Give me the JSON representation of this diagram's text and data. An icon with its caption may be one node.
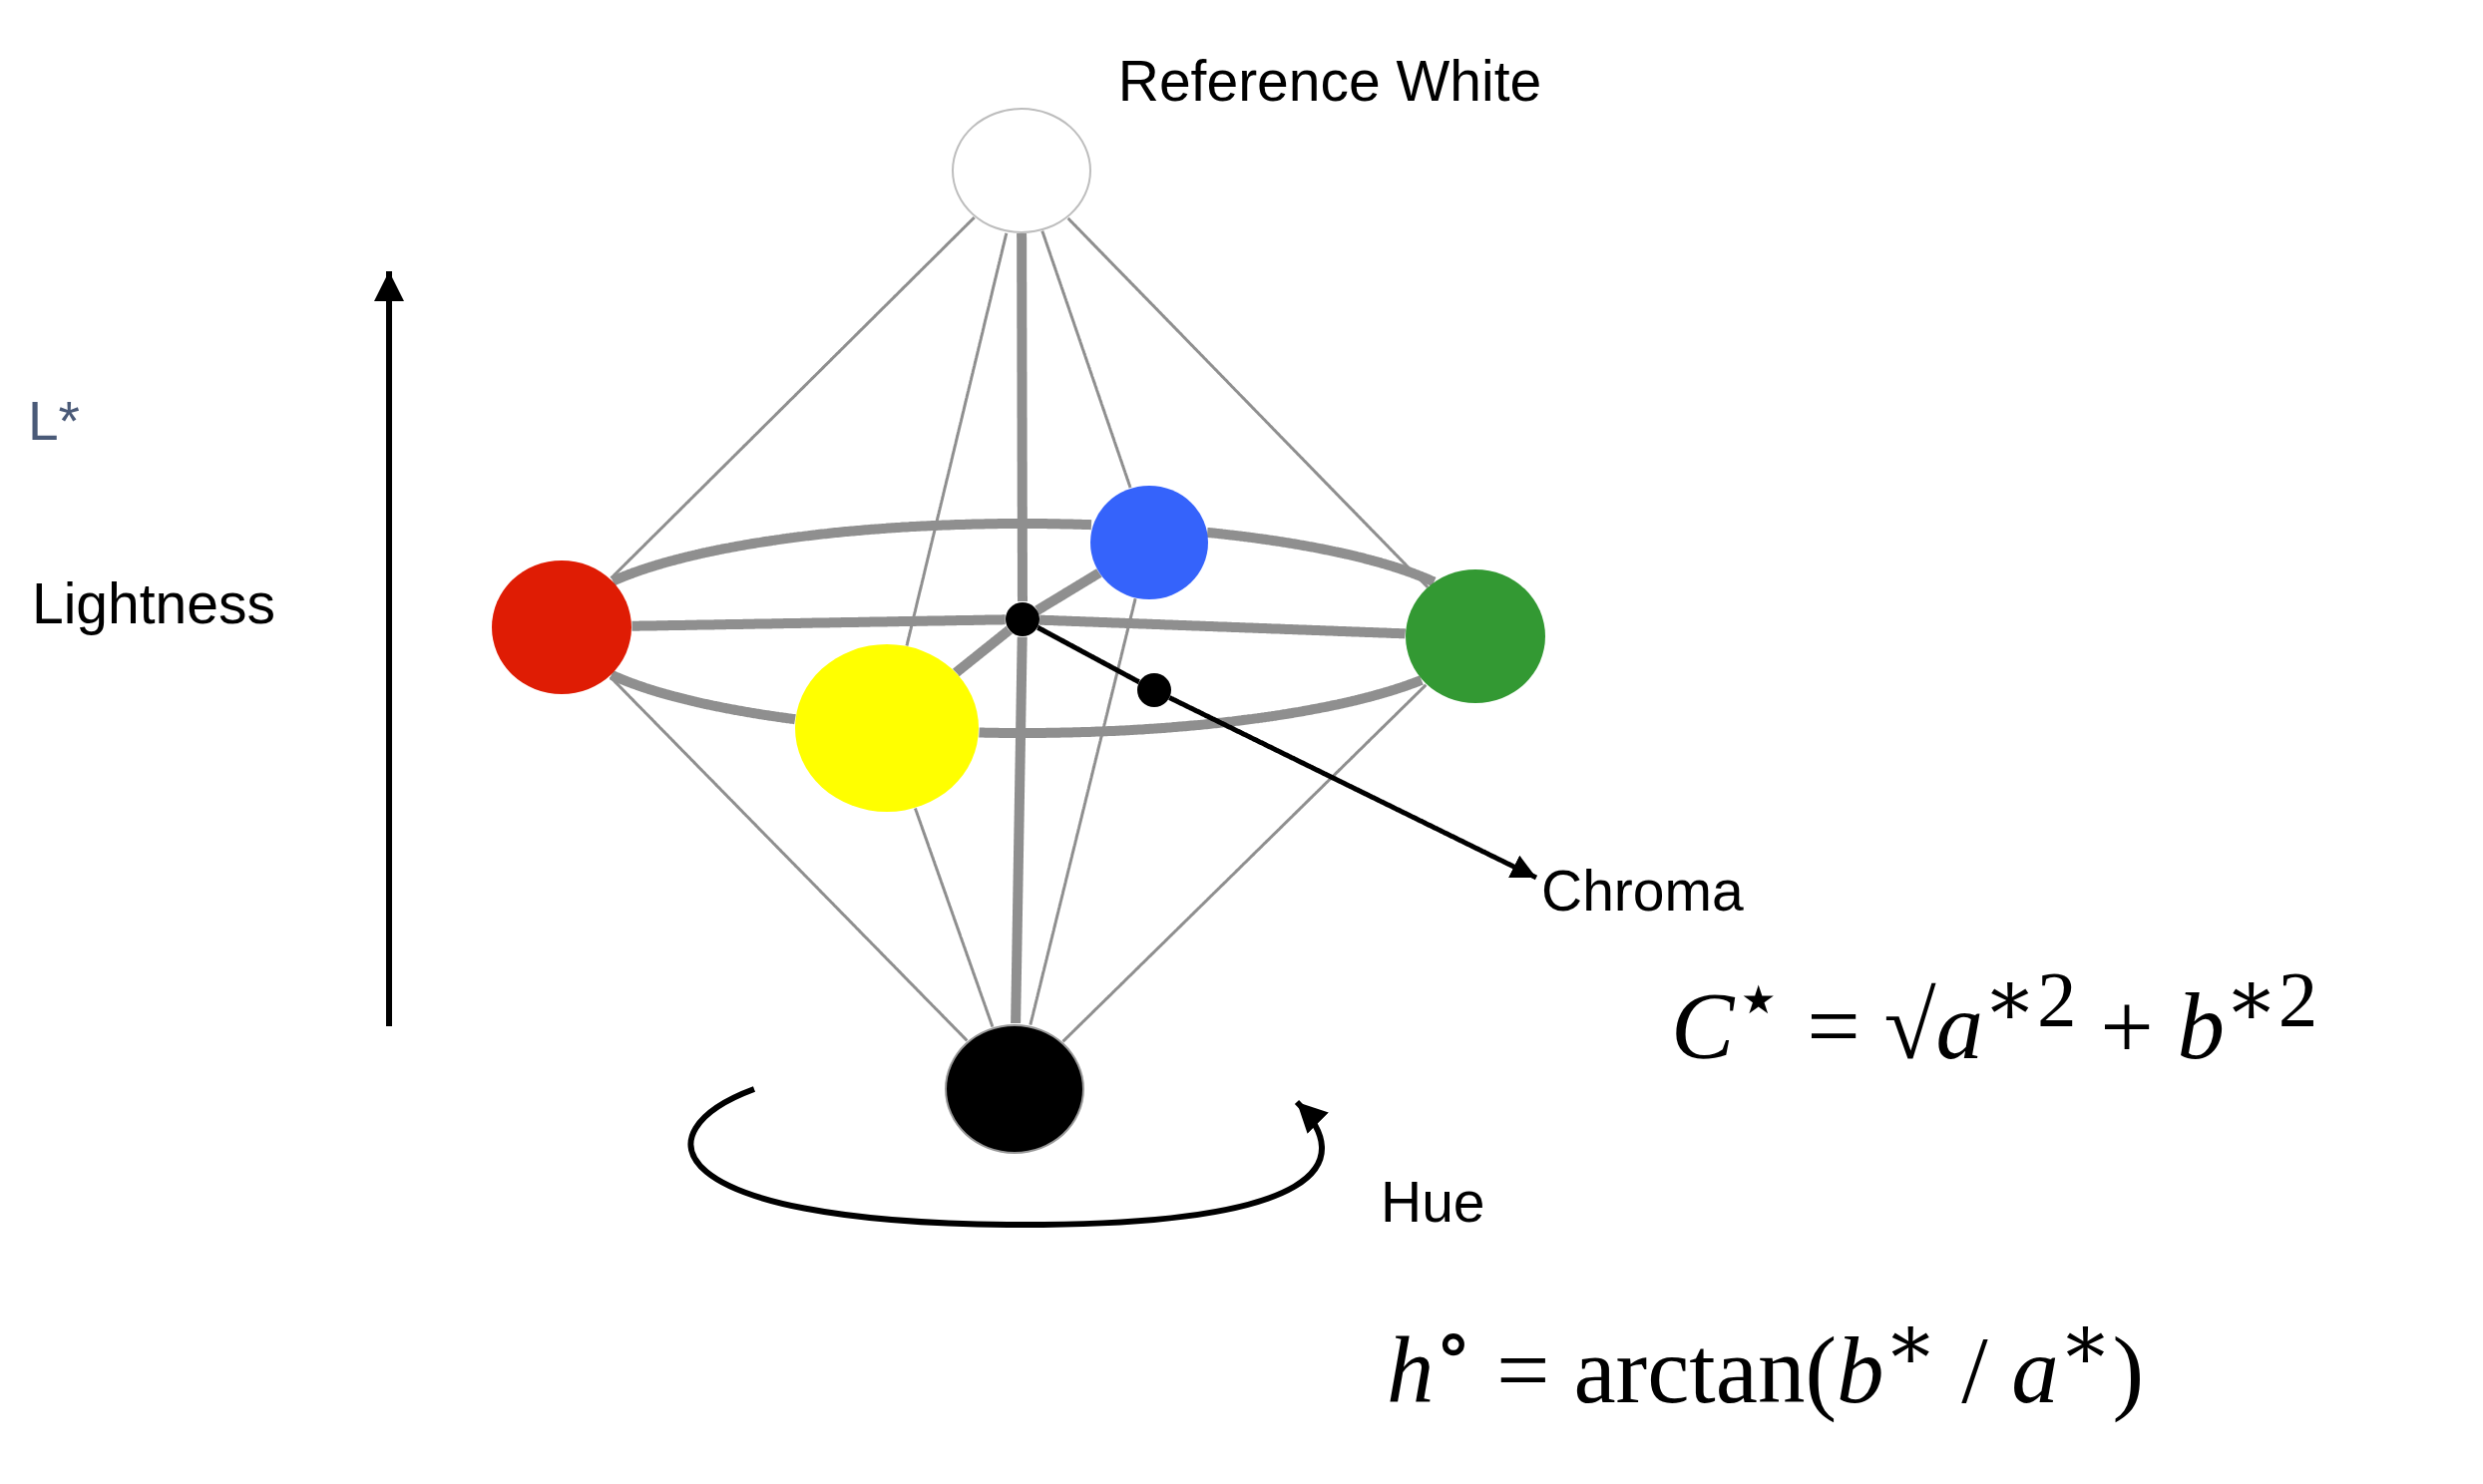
{
  "diagram": {
    "nodes": [
      {
        "text": [],
        "shape": "circle",
        "beside": [
          "Reference White"
        ]
      },
      {
        "text": [],
        "shape": "circle"
      },
      {
        "text": [],
        "shape": "circle"
      },
      {
        "text": [],
        "shape": "circle"
      },
      {
        "text": [],
        "shape": "circle"
      },
      {
        "text": [],
        "shape": "circle"
      },
      {
        "text": [],
        "shape": "circle"
      },
      {
        "text": [],
        "shape": "circle"
      },
      {
        "text": [
          "Chroma"
        ]
      }
    ],
    "edges": [
      {
        "from": 0,
        "to": 1,
        "arrow": "none"
      },
      {
        "from": 0,
        "to": 2,
        "arrow": "none"
      },
      {
        "from": 0,
        "to": 3,
        "arrow": "none"
      },
      {
        "from": 0,
        "to": 4,
        "arrow": "none"
      },
      {
        "from": 0,
        "to": 5,
        "arrow": "none",
        "style": "thick"
      },
      {
        "from": 5,
        "to": 7,
        "arrow": "none",
        "style": "thick"
      },
      {
        "from": 1,
        "to": 5,
        "arrow": "none",
        "style": "thick"
      },
      {
        "from": 5,
        "to": 3,
        "arrow": "none",
        "style": "thick"
      },
      {
        "from": 4,
        "to": 5,
        "arrow": "none",
        "style": "thick"
      },
      {
        "from": 5,
        "to": 2,
        "arrow": "none",
        "style": "thick"
      },
      {
        "from": 1,
        "to": 2,
        "arrow": "none",
        "style": "thick"
      },
      {
        "from": 2,
        "to": 3,
        "arrow": "none",
        "style": "thick"
      },
      {
        "from": 1,
        "to": 4,
        "arrow": "none",
        "style": "thick"
      },
      {
        "from": 4,
        "to": 3,
        "arrow": "none",
        "style": "thick"
      },
      {
        "from": 1,
        "to": 7,
        "arrow": "none"
      },
      {
        "from": 4,
        "to": 7,
        "arrow": "none"
      },
      {
        "from": 2,
        "to": 7,
        "arrow": "none"
      },
      {
        "from": 3,
        "to": 7,
        "arrow": "none"
      },
      {
        "from": 5,
        "to": 6,
        "arrow": "none",
        "color": "#000000"
      },
      {
        "from": 6,
        "to": 8,
        "arrow": "to",
        "color": "#000000"
      }
    ],
    "labels": [
      "L*",
      "Lightness",
      "Hue",
      "*C*$^{⋆}$ = √*a*$^{∗2}$ + *b*$^{∗2}$",
      "*h*$^{∘}$ = arctan(*b*$^{∗}$ / *a*$^{∗}$)"
    ]
  }
}
